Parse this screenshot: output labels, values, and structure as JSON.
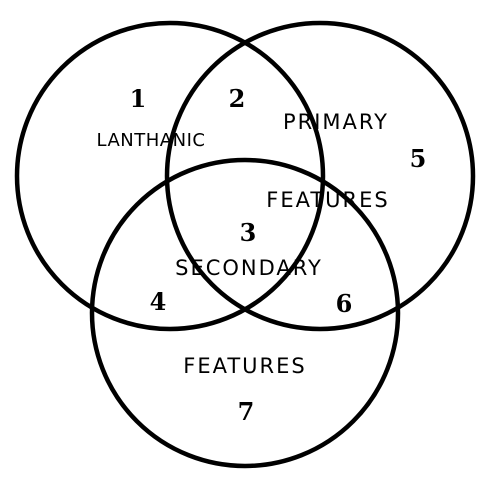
{
  "diagram": {
    "circles": [
      {
        "id": "left",
        "label": "LANTHANIC"
      },
      {
        "id": "right",
        "label": "PRIMARY FEATURES"
      },
      {
        "id": "bottom",
        "label": "SECONDARY FEATURES"
      }
    ],
    "labels": {
      "lanthanic": "LANTHANIC",
      "primary": "PRIMARY",
      "features_top": "FEATURES",
      "secondary": "SECONDARY",
      "features_bottom": "FEATURES"
    },
    "regions": {
      "r1": "1",
      "r2": "2",
      "r3": "3",
      "r4": "4",
      "r5": "5",
      "r6": "6",
      "r7": "7"
    },
    "stroke_color": "#000000",
    "background_color": "#ffffff"
  }
}
